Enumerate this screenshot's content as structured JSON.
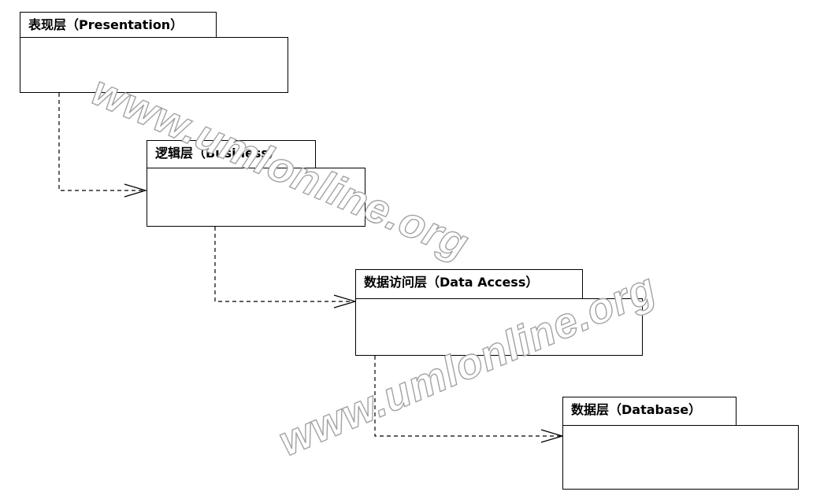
{
  "packages": [
    {
      "id": "presentation",
      "label": "表现层（Presentation）"
    },
    {
      "id": "business",
      "label": "逻辑层（Business）"
    },
    {
      "id": "data_access",
      "label": "数据访问层（Data Access）"
    },
    {
      "id": "database",
      "label": "数据层（Database）"
    }
  ],
  "dependencies": [
    {
      "from": "presentation",
      "to": "business",
      "style": "dashed-open-arrow"
    },
    {
      "from": "business",
      "to": "data_access",
      "style": "dashed-open-arrow"
    },
    {
      "from": "data_access",
      "to": "database",
      "style": "dashed-open-arrow"
    }
  ],
  "watermark": {
    "text": "www.umlonline.org"
  },
  "colors": {
    "line": "#000000",
    "background": "#ffffff",
    "watermark_outline": "#a3a3a3"
  }
}
